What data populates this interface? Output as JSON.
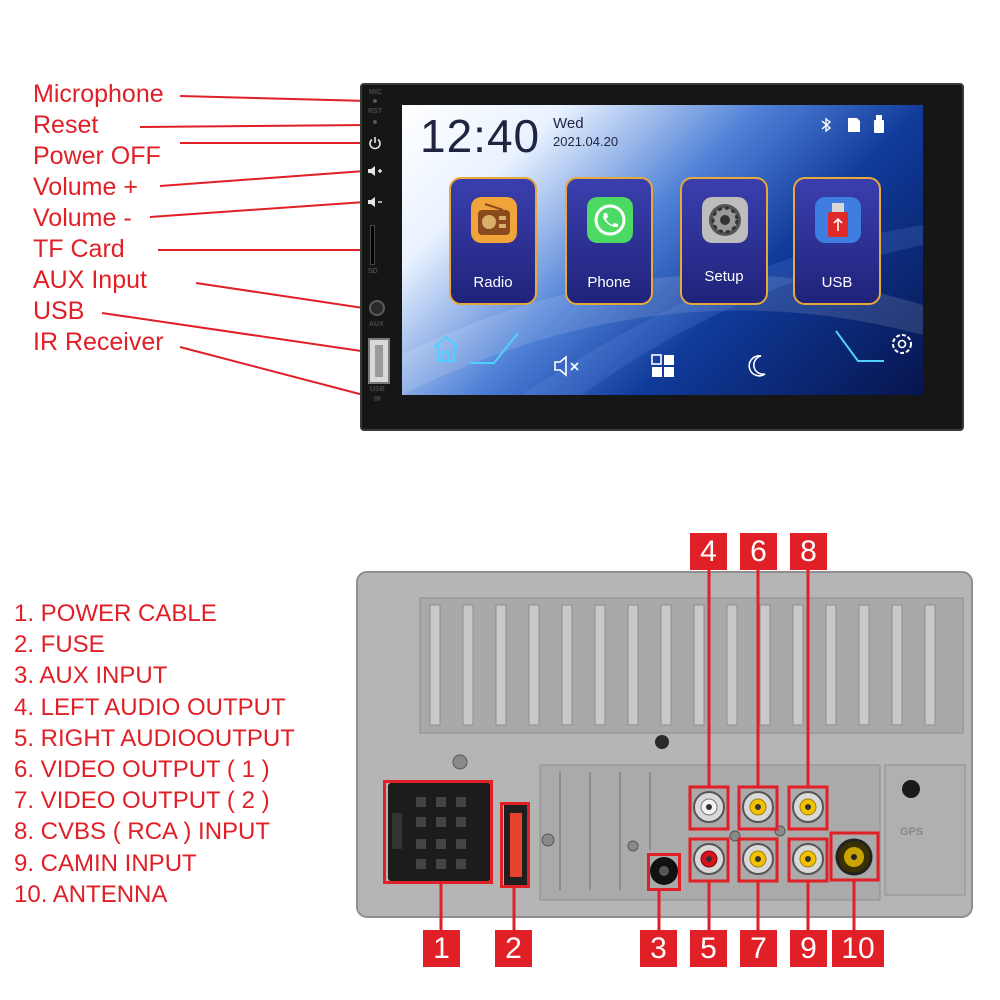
{
  "front_labels": [
    "Microphone",
    "Reset",
    "Power OFF",
    "Volume +",
    "Volume -",
    "TF Card",
    "AUX Input",
    "USB",
    "IR Receiver"
  ],
  "side_port_labels": {
    "mic": "MIC",
    "rst": "RST",
    "sd": "SD",
    "aux": "AUX",
    "usb": "USB",
    "ir": "IR"
  },
  "screen": {
    "time": "12:40",
    "day": "Wed",
    "date": "2021.04.20",
    "apps": [
      {
        "label": "Radio",
        "icon": "radio-icon"
      },
      {
        "label": "Phone",
        "icon": "phone-icon"
      },
      {
        "label": "Setup",
        "icon": "gear-icon"
      },
      {
        "label": "USB",
        "icon": "usb-drive-icon"
      }
    ],
    "status_icons": [
      "bluetooth-icon",
      "sd-card-icon",
      "usb-icon"
    ],
    "bottom_icons": [
      "home-icon",
      "mute-icon",
      "apps-grid-icon",
      "moon-icon",
      "settings-icon"
    ]
  },
  "rear_legend": [
    "1. POWER CABLE",
    "2. FUSE",
    "3. AUX INPUT",
    "4. LEFT AUDIO OUTPUT",
    "5. RIGHT AUDIOOUTPUT",
    "6. VIDEO OUTPUT ( 1 )",
    "7. VIDEO OUTPUT ( 2 )",
    "8. CVBS ( RCA ) INPUT",
    "9. CAMIN INPUT",
    "10. ANTENNA"
  ],
  "rear_numbers": [
    "1",
    "2",
    "3",
    "4",
    "5",
    "6",
    "7",
    "8",
    "9",
    "10"
  ],
  "rear_port_marks": {
    "gps": "GPS"
  },
  "colors": {
    "accent_red": "#e01f26",
    "panel_gray": "#b5b5b5",
    "rca_yellow": "#f2c200",
    "rca_red": "#d8141b",
    "rca_white": "#f2f2f2"
  }
}
